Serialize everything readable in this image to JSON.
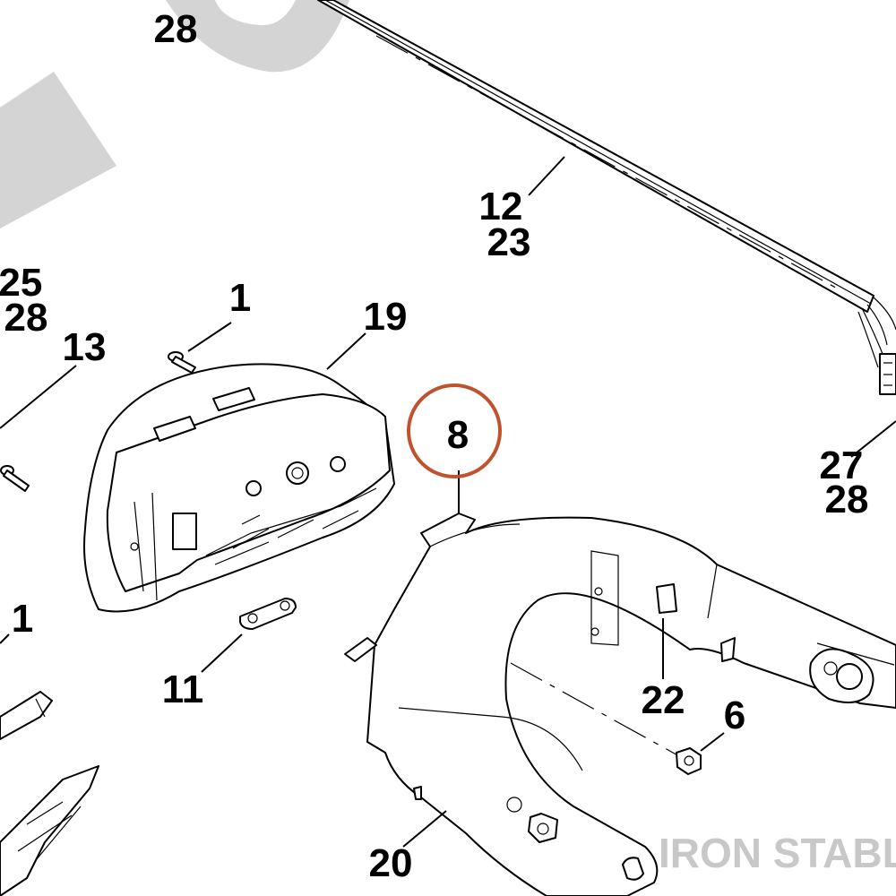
{
  "callouts": [
    {
      "id": "c28a",
      "lines": [
        "28"
      ]
    },
    {
      "id": "c12",
      "lines": [
        "12",
        "23"
      ]
    },
    {
      "id": "c25",
      "lines": [
        "25",
        "28"
      ]
    },
    {
      "id": "c1a",
      "lines": [
        "1"
      ]
    },
    {
      "id": "c19",
      "lines": [
        "19"
      ]
    },
    {
      "id": "c13",
      "lines": [
        "13"
      ]
    },
    {
      "id": "c8",
      "lines": [
        "8"
      ]
    },
    {
      "id": "c27",
      "lines": [
        "27",
        "28"
      ]
    },
    {
      "id": "c1b",
      "lines": [
        "1"
      ]
    },
    {
      "id": "c11",
      "lines": [
        "11"
      ]
    },
    {
      "id": "c22",
      "lines": [
        "22"
      ]
    },
    {
      "id": "c6",
      "lines": [
        "6"
      ]
    },
    {
      "id": "c20",
      "lines": [
        "20"
      ]
    }
  ],
  "highlight": {
    "callout": "c8",
    "color": "#c0522e"
  },
  "watermark": {
    "text": "IRON STABLE"
  }
}
